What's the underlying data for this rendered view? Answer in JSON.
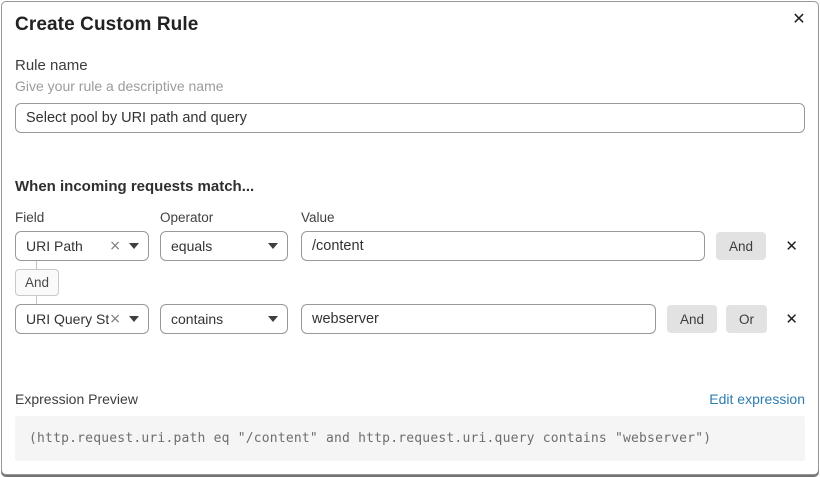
{
  "dialog": {
    "title": "Create Custom Rule"
  },
  "icons": {
    "close": "✕",
    "clear": "×",
    "remove_row": "✕"
  },
  "rule_name": {
    "label": "Rule name",
    "hint": "Give your rule a descriptive name",
    "value": "Select pool by URI path and query"
  },
  "builder": {
    "heading": "When incoming requests match...",
    "columns": {
      "field": "Field",
      "operator": "Operator",
      "value": "Value"
    },
    "rows": [
      {
        "field": "URI Path",
        "operator": "equals",
        "value": "/content"
      },
      {
        "field": "URI Query St...",
        "operator": "contains",
        "value": "webserver"
      }
    ],
    "connector_label": "And",
    "and_label": "And",
    "or_label": "Or"
  },
  "expression": {
    "label": "Expression Preview",
    "edit_link": "Edit expression",
    "code": "(http.request.uri.path eq \"/content\" and http.request.uri.query contains \"webserver\")"
  },
  "colors": {
    "link_blue": "#2c7cb0",
    "button_gray": "#e2e2e2",
    "code_bg": "#f5f5f5"
  }
}
